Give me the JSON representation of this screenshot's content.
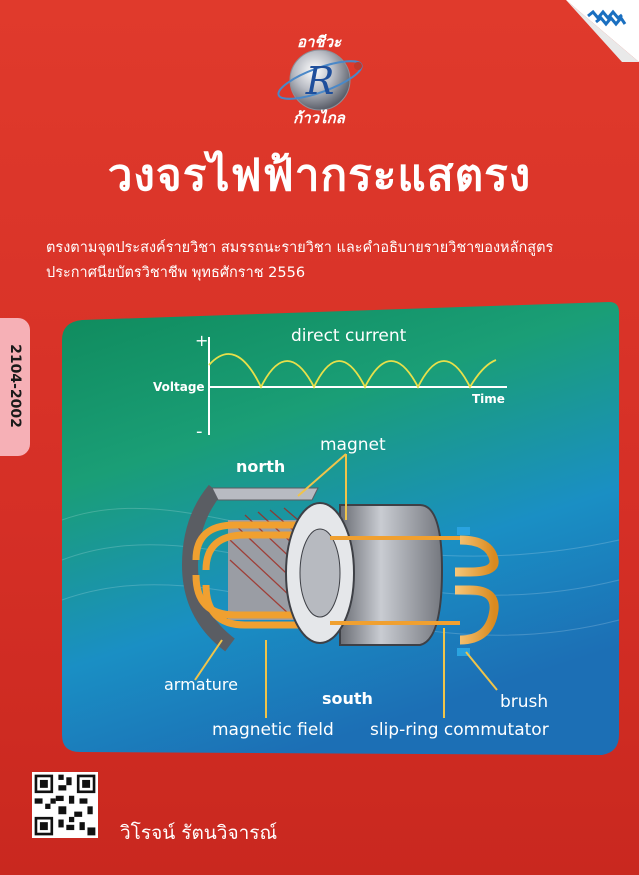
{
  "logo": {
    "top_text": "อาชีวะ",
    "letter": "R",
    "bottom_text": "ก้าวไกล"
  },
  "title": "วงจรไฟฟ้ากระแสตรง",
  "subtitle_line1": "ตรงตามจุดประสงค์รายวิชา สมรรถนะรายวิชา และคำอธิบายรายวิชาของหลักสูตร",
  "subtitle_line2": "ประกาศนียบัตรวิชาชีพ พุทธศักราช 2556",
  "course_code": "2104-2002",
  "graph": {
    "title": "direct current",
    "y_label": "Voltage",
    "x_label": "Time",
    "plus": "+",
    "minus": "-"
  },
  "diagram": {
    "north": "north",
    "south": "south",
    "magnet": "magnet",
    "armature": "armature",
    "magnetic_field": "magnetic field",
    "slip_ring": "slip-ring commutator",
    "brush": "brush"
  },
  "author": "วิโรจน์ รัตนวิจารณ์",
  "colors": {
    "cover_red": "#d9342a",
    "panel_green": "#1aa37a",
    "panel_blue": "#1b8fc9",
    "coil_orange": "#f0a030",
    "brush_blue": "#2aa3e0"
  },
  "icons": {
    "publisher": "mac-logo-icon",
    "qr": "qr-code-icon"
  }
}
